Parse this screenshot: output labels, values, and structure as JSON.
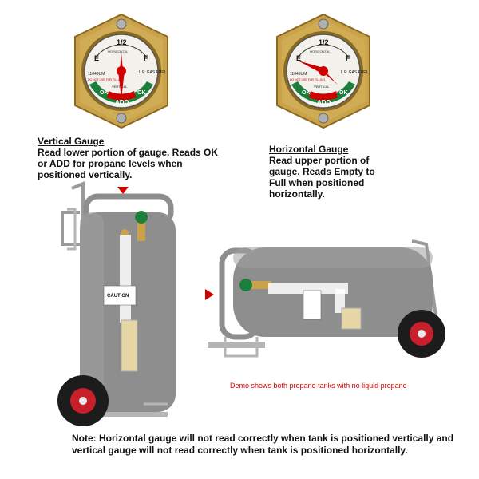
{
  "gauges": [
    {
      "name": "vertical",
      "top_label": "1/2",
      "left_letter": "E",
      "right_letter": "F",
      "model": "11043UM",
      "warning": "DO NOT USE FOR FILLING",
      "side_label": "L.P. GAS FUEL",
      "center_label": "VERTICAL",
      "arc_label": "HORIZONTAL",
      "bottom_labels": [
        "OK",
        "ADD",
        "OK"
      ]
    },
    {
      "name": "horizontal",
      "top_label": "1/2",
      "left_letter": "E",
      "right_letter": "F",
      "model": "11043UM",
      "warning": "DO NOT USE FOR FILLING",
      "side_label": "L.P. GAS FUEL",
      "center_label": "VERTICAL",
      "arc_label": "HORIZONTAL",
      "bottom_labels": [
        "OK",
        "ADD",
        "OK"
      ]
    }
  ],
  "vertical_caption": {
    "title": "Vertical Gauge",
    "body": "Read lower portion of gauge. Reads OK or ADD for propane levels when positioned vertically."
  },
  "horizontal_caption": {
    "title": "Horizontal Gauge",
    "body": "Read upper portion of gauge. Reads Empty to Full when positioned horizontally."
  },
  "demo_text": "Demo shows both propane tanks with no liquid propane",
  "note_text": "Note: Horizontal gauge will not read correctly when tank is positioned vertically and vertical gauge will not read correctly when tank is positioned horizontally.",
  "tank_label": "CAUTION",
  "colors": {
    "brass": "#c9a24a",
    "tank_gray": "#8e8e8e",
    "red": "#d10000",
    "green": "#1a7f3a",
    "wheel_red": "#c8202a"
  }
}
